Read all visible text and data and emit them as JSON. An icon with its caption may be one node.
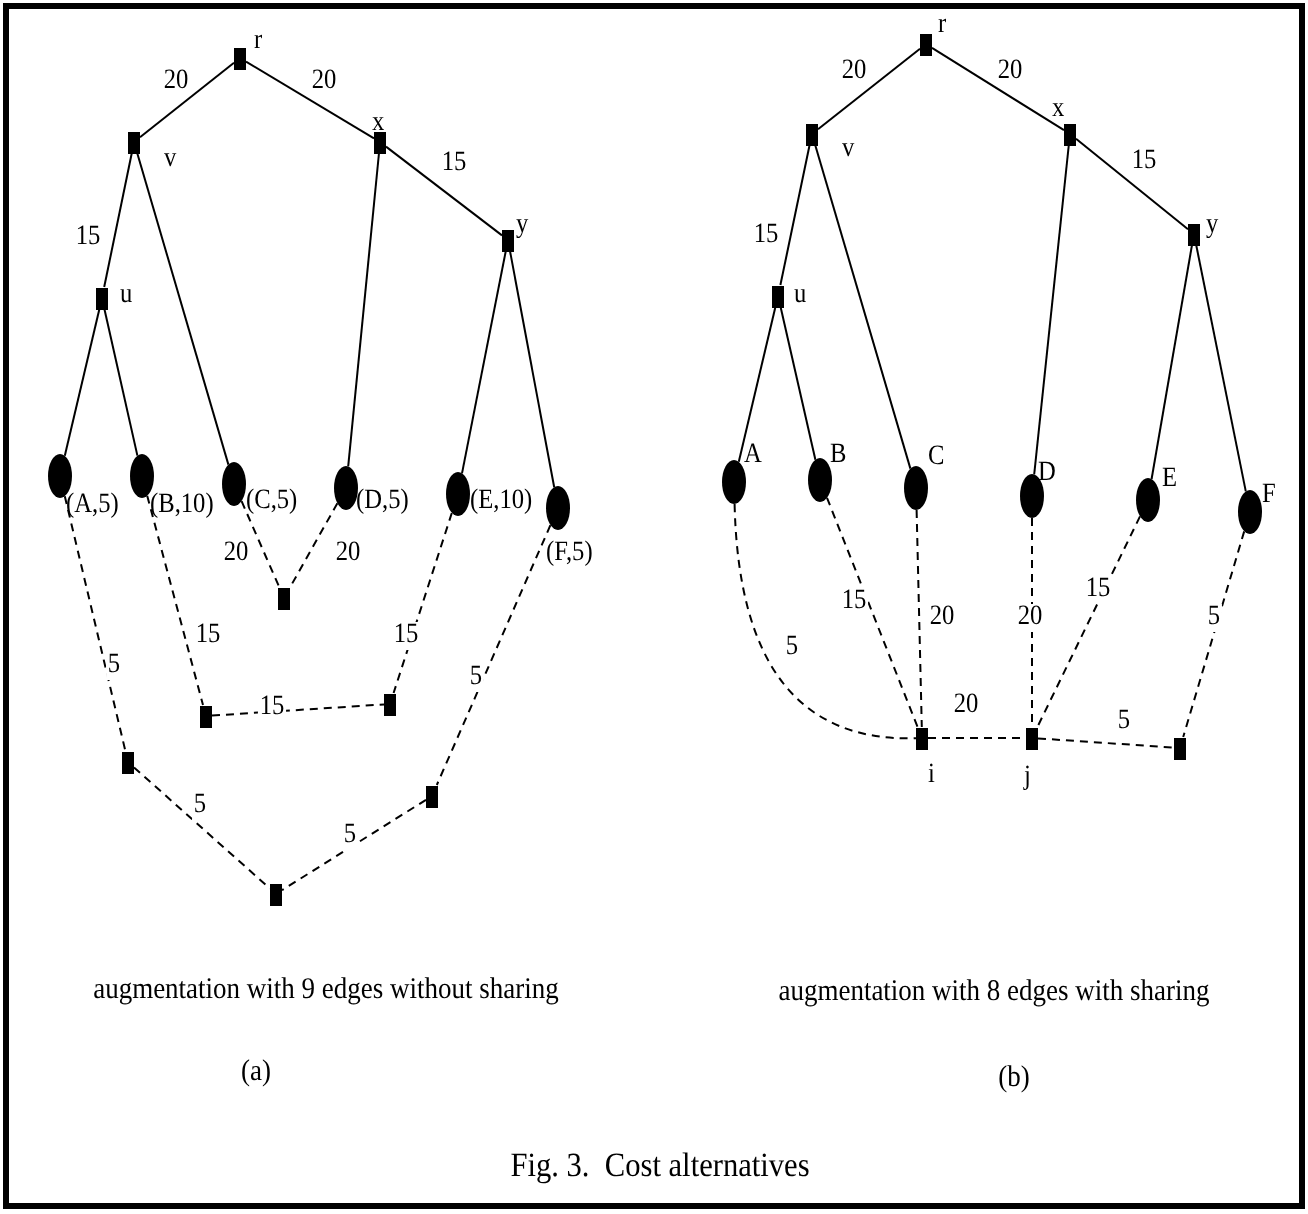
{
  "diagram": {
    "caption": "Fig. 3.  Cost alternatives",
    "nodes": [
      {
        "text": [],
        "shape": "box",
        "beside": [
          "r"
        ]
      },
      {
        "text": [],
        "shape": "box",
        "beside": [
          "v"
        ]
      },
      {
        "text": [],
        "shape": "box",
        "beside": [
          "x"
        ]
      },
      {
        "text": [],
        "shape": "box",
        "beside": [
          "y"
        ]
      },
      {
        "text": [],
        "shape": "box",
        "beside": [
          "u"
        ]
      },
      {
        "text": [],
        "shape": "ellipse",
        "beside": [
          "(A,5)"
        ]
      },
      {
        "text": [],
        "shape": "ellipse",
        "beside": [
          "(B,10)"
        ]
      },
      {
        "text": [],
        "shape": "ellipse",
        "beside": [
          "(C,5)"
        ]
      },
      {
        "text": [],
        "shape": "ellipse",
        "beside": [
          "(D,5)"
        ]
      },
      {
        "text": [],
        "shape": "ellipse",
        "beside": [
          "(E,10)"
        ]
      },
      {
        "text": [],
        "shape": "ellipse",
        "beside": [
          "(F,5)"
        ]
      },
      {
        "text": [],
        "shape": "box"
      },
      {
        "text": [],
        "shape": "box"
      },
      {
        "text": [],
        "shape": "box"
      },
      {
        "text": [],
        "shape": "box"
      },
      {
        "text": [],
        "shape": "box"
      },
      {
        "text": [],
        "shape": "box"
      },
      {
        "text": [],
        "shape": "box",
        "beside": [
          "r"
        ]
      },
      {
        "text": [],
        "shape": "box",
        "beside": [
          "v"
        ]
      },
      {
        "text": [],
        "shape": "box",
        "beside": [
          "x"
        ]
      },
      {
        "text": [],
        "shape": "box",
        "beside": [
          "y"
        ]
      },
      {
        "text": [],
        "shape": "box",
        "beside": [
          "u"
        ]
      },
      {
        "text": [],
        "shape": "ellipse",
        "beside": [
          "A"
        ]
      },
      {
        "text": [],
        "shape": "ellipse",
        "beside": [
          "B"
        ]
      },
      {
        "text": [],
        "shape": "ellipse",
        "beside": [
          "C"
        ]
      },
      {
        "text": [],
        "shape": "ellipse",
        "beside": [
          "D"
        ]
      },
      {
        "text": [],
        "shape": "ellipse",
        "beside": [
          "E"
        ]
      },
      {
        "text": [],
        "shape": "ellipse",
        "beside": [
          "F"
        ]
      },
      {
        "text": [],
        "shape": "box",
        "beside": [
          "i"
        ]
      },
      {
        "text": [],
        "shape": "box",
        "beside": [
          "j"
        ]
      },
      {
        "text": [],
        "shape": "box"
      }
    ],
    "edges": [
      {
        "from": 0,
        "to": 1,
        "arrow": "none",
        "label": "20"
      },
      {
        "from": 0,
        "to": 2,
        "arrow": "none",
        "label": "20"
      },
      {
        "from": 2,
        "to": 3,
        "arrow": "none",
        "label": "15"
      },
      {
        "from": 1,
        "to": 4,
        "arrow": "none",
        "label": "15"
      },
      {
        "from": 1,
        "to": 7,
        "arrow": "none"
      },
      {
        "from": 2,
        "to": 8,
        "arrow": "none"
      },
      {
        "from": 4,
        "to": 5,
        "arrow": "none"
      },
      {
        "from": 4,
        "to": 6,
        "arrow": "none"
      },
      {
        "from": 3,
        "to": 9,
        "arrow": "none"
      },
      {
        "from": 3,
        "to": 10,
        "arrow": "none"
      },
      {
        "from": 7,
        "to": 11,
        "arrow": "none",
        "label": "20",
        "style": "dashed"
      },
      {
        "from": 8,
        "to": 11,
        "arrow": "none",
        "label": "20",
        "style": "dashed"
      },
      {
        "from": 6,
        "to": 12,
        "arrow": "none",
        "label": "15",
        "style": "dashed"
      },
      {
        "from": 9,
        "to": 13,
        "arrow": "none",
        "label": "15",
        "style": "dashed"
      },
      {
        "from": 12,
        "to": 13,
        "arrow": "none",
        "label": "15",
        "style": "dashed"
      },
      {
        "from": 5,
        "to": 14,
        "arrow": "none",
        "label": "5",
        "style": "dashed"
      },
      {
        "from": 10,
        "to": 15,
        "arrow": "none",
        "label": "5",
        "style": "dashed"
      },
      {
        "from": 14,
        "to": 16,
        "arrow": "none",
        "label": "5",
        "style": "dashed"
      },
      {
        "from": 15,
        "to": 16,
        "arrow": "none",
        "label": "5",
        "style": "dashed"
      },
      {
        "from": 17,
        "to": 18,
        "arrow": "none",
        "label": "20"
      },
      {
        "from": 17,
        "to": 19,
        "arrow": "none",
        "label": "20"
      },
      {
        "from": 19,
        "to": 20,
        "arrow": "none",
        "label": "15"
      },
      {
        "from": 18,
        "to": 21,
        "arrow": "none",
        "label": "15"
      },
      {
        "from": 18,
        "to": 24,
        "arrow": "none"
      },
      {
        "from": 19,
        "to": 25,
        "arrow": "none"
      },
      {
        "from": 21,
        "to": 22,
        "arrow": "none"
      },
      {
        "from": 21,
        "to": 23,
        "arrow": "none"
      },
      {
        "from": 20,
        "to": 26,
        "arrow": "none"
      },
      {
        "from": 20,
        "to": 27,
        "arrow": "none"
      },
      {
        "from": 22,
        "to": 28,
        "arrow": "none",
        "label": "5",
        "style": "dashed"
      },
      {
        "from": 23,
        "to": 28,
        "arrow": "none",
        "label": "15",
        "style": "dashed"
      },
      {
        "from": 24,
        "to": 28,
        "arrow": "none",
        "label": "20",
        "style": "dashed"
      },
      {
        "from": 25,
        "to": 29,
        "arrow": "none",
        "label": "20",
        "style": "dashed"
      },
      {
        "from": 26,
        "to": 29,
        "arrow": "none",
        "label": "15",
        "style": "dashed"
      },
      {
        "from": 27,
        "to": 30,
        "arrow": "none",
        "label": "5",
        "style": "dashed"
      },
      {
        "from": 28,
        "to": 29,
        "arrow": "none",
        "label": "20",
        "style": "dashed"
      },
      {
        "from": 29,
        "to": 30,
        "arrow": "none",
        "label": "5",
        "style": "dashed"
      }
    ],
    "labels": [
      "augmentation with 9 edges without sharing",
      "(a)",
      "augmentation with 8 edges with sharing",
      "(b)"
    ]
  }
}
